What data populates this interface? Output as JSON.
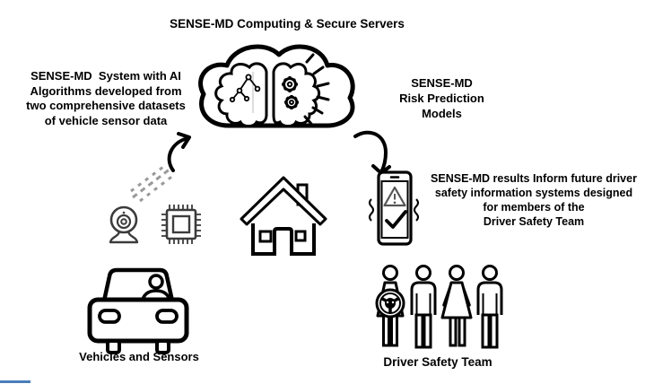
{
  "diagram": {
    "title": "SENSE-MD Computing & Secure Servers",
    "left_note": "SENSE-MD  System with AI\nAlgorithms developed from\ntwo comprehensive datasets\nof vehicle sensor data",
    "cloud_output_note": "SENSE-MD\nRisk Prediction\nModels",
    "results_note": "SENSE-MD results Inform future driver\nsafety information systems designed\nfor members of the\nDriver Safety Team",
    "vehicles_label": "Vehicles and Sensors",
    "team_label": "Driver Safety Team",
    "icons": {
      "cloud": "cloud-ai-brain-icon",
      "brain_left": "network-tree-icon",
      "brain_right": "gears-icon",
      "sensor_camera": "webcam-icon",
      "sensor_chip": "microchip-icon",
      "transmission": "signal-transmission-icon",
      "home": "house-icon",
      "alert_device": "phone-alert-check-icon",
      "vehicle": "car-with-driver-icon",
      "team": "people-group-driver-icon",
      "flow_up": "curved-arrow-up-right-icon",
      "flow_down": "curved-arrow-down-icon"
    },
    "colors": {
      "ink": "#000000",
      "icon_gray": "#3c3c3c",
      "signal_gray": "#999999",
      "accent_blue": "#4a7ebb",
      "background": "#ffffff"
    }
  }
}
